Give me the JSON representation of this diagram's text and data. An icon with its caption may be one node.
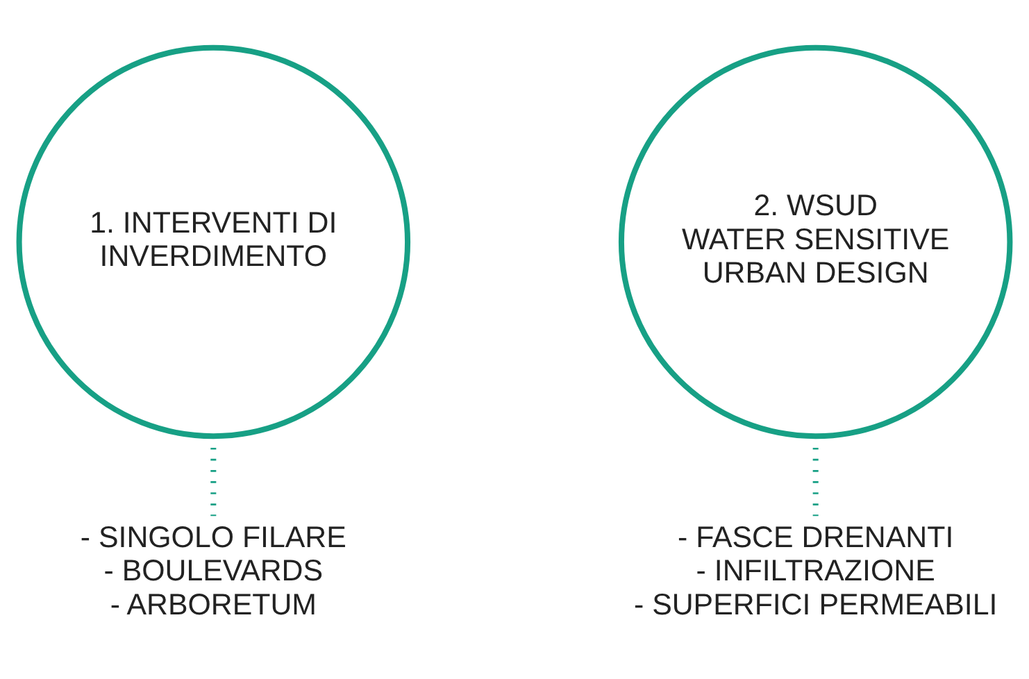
{
  "diagram": {
    "nodes": [
      {
        "text": [
          "1. INTERVENTI DI INVERDIMENTO"
        ]
      },
      {
        "text": [
          "2. WSUD",
          "WATER SENSITIVE URBAN DESIGN"
        ]
      },
      {
        "text": [
          "- SINGOLO FILARE",
          "- BOULEVARDS",
          "- ARBORETUM"
        ]
      },
      {
        "text": [
          "- FASCE DRENANTI",
          "- INFILTRAZIONE",
          "- SUPERFICI PERMEABILI"
        ]
      }
    ],
    "edges": [
      {
        "from": 0,
        "to": 2,
        "arrow": "none",
        "style": "dashed"
      },
      {
        "from": 1,
        "to": 3,
        "arrow": "none",
        "style": "dashed"
      }
    ]
  }
}
